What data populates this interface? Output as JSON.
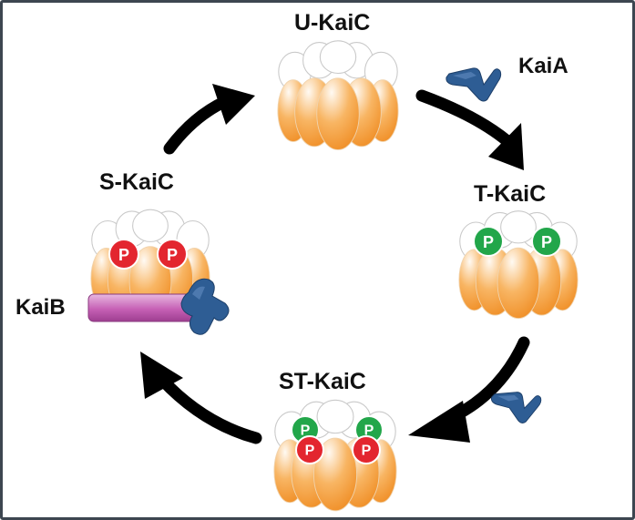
{
  "colors": {
    "kaic_orange": "#f28f23",
    "kaic_light": "#fff3e4",
    "kaia_blue": "#2f5f96",
    "kaib_magenta": "#c35bb3",
    "phospho_red": "#e3262f",
    "phospho_green": "#22a64a",
    "arrow": "#000000",
    "border": "#3d4650"
  },
  "states": {
    "u_kaic": "U-KaiC",
    "t_kaic": "T-KaiC",
    "st_kaic": "ST-KaiC",
    "s_kaic": "S-KaiC"
  },
  "proteins": {
    "kaia": "KaiA",
    "kaib": "KaiB"
  },
  "phospho": {
    "symbol": "P"
  }
}
